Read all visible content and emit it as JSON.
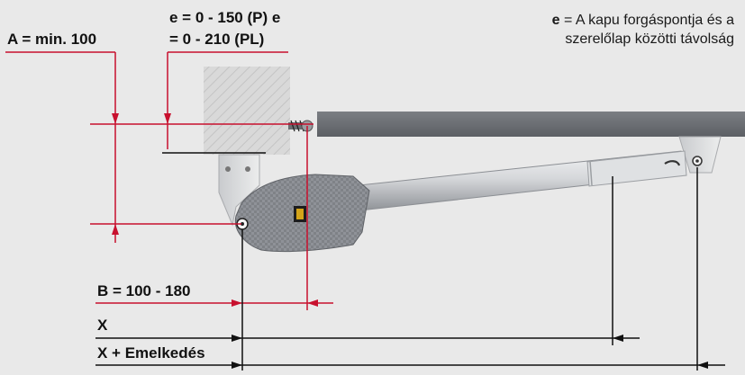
{
  "labels": {
    "a_dimension": "A = min. 100",
    "e_dimension_line1": "e = 0 - 150 (P) e",
    "e_dimension_line2": "= 0 - 210 (PL)",
    "b_dimension": "B = 100 - 180",
    "x_dimension": "X",
    "x_stroke_dimension": "X + Emelkedés"
  },
  "legend": {
    "symbol": "e",
    "line1": " = A kapu forgáspontja és a",
    "line2": "szerelőlap közötti távolság"
  },
  "colors": {
    "background": "#e9e9e9",
    "dimension_line": "#c8102e",
    "black_line": "#111111",
    "gate_beam": "#6e7176",
    "motor_body": "#8d9096",
    "tube": "#d2d4d6",
    "wall": "#d6d6d6"
  }
}
